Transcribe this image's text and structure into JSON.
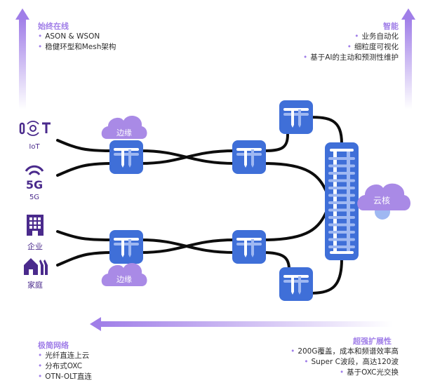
{
  "panels": {
    "always_online": {
      "title": "始终在线",
      "items": [
        "ASON & WSON",
        "稳健环型和Mesh架构"
      ]
    },
    "intelligent": {
      "title": "智能",
      "items": [
        "业务自动化",
        "细粒度可视化",
        "基于AI的主动和预测性维护"
      ]
    },
    "simple_network": {
      "title": "极简网络",
      "items": [
        "光纤直连上云",
        "分布式OXC",
        "OTN-OLT直连"
      ]
    },
    "scalability": {
      "title": "超强扩展性",
      "items": [
        "200G覆盖，成本和频谱效率高",
        "Super C波段，高达120波",
        "基于OXC光交换"
      ]
    }
  },
  "access_nodes": [
    {
      "label": "IoT",
      "icon": "iot-icon"
    },
    {
      "label": "5G",
      "icon": "5g-signal-icon"
    },
    {
      "label": "企业",
      "icon": "enterprise-building-icon"
    },
    {
      "label": "家庭",
      "icon": "home-icon"
    }
  ],
  "clouds": {
    "edge_top": "边缘",
    "edge_bottom": "边缘",
    "core": "云核"
  },
  "colors": {
    "accent_purple": "#a07ee8",
    "cloud_purple": "#a98ae6",
    "switch_blue": "#3f6fd8",
    "switch_light": "#9fb8f2",
    "icon_purple": "#4a2a8c",
    "link_black": "#0d0d0d"
  }
}
